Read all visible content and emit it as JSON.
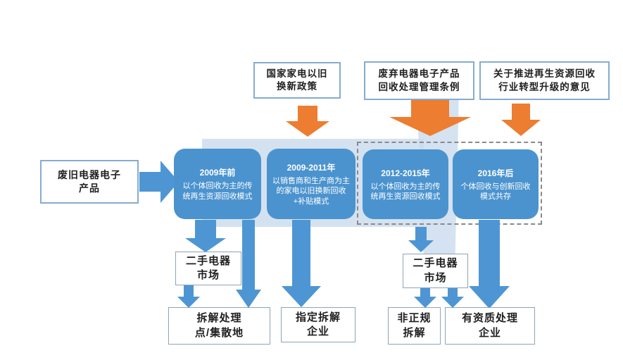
{
  "policies": [
    {
      "label": "国家家电以旧\n换新政策"
    },
    {
      "label": "废弃电器电子产品\n回收处理管理条例"
    },
    {
      "label": "关于推进再生资源回收\n行业转型升级的意见"
    }
  ],
  "source": {
    "label": "废旧电器电子\n产品"
  },
  "stages": [
    {
      "period": "2009年前",
      "desc": "以个体回收为主的传统再生资源回收模式"
    },
    {
      "period": "2009-2011年",
      "desc": "以销售商和生产商为主的家电以旧换新回收+补贴模式"
    },
    {
      "period": "2012-2015年",
      "desc": "以个体回收为主的传统再生资源回收模式"
    },
    {
      "period": "2016年后",
      "desc": "个体回收与创新回收模式共存"
    }
  ],
  "outcomes": {
    "second_hand_left": "二手电器\n市场",
    "dismantle_site": "拆解处理\n点/集散地",
    "designated": "指定拆解\n企业",
    "second_hand_right": "二手电器\n市场",
    "informal": "非正规\n拆解",
    "qualified": "有资质处理\n企业"
  },
  "colors": {
    "stage_blue": "#4b93cf",
    "arrow_blue": "#4e96d3",
    "orange": "#ed7d31",
    "band_light_blue": "#d4e2f0",
    "box_border_blue": "#86abd0"
  }
}
